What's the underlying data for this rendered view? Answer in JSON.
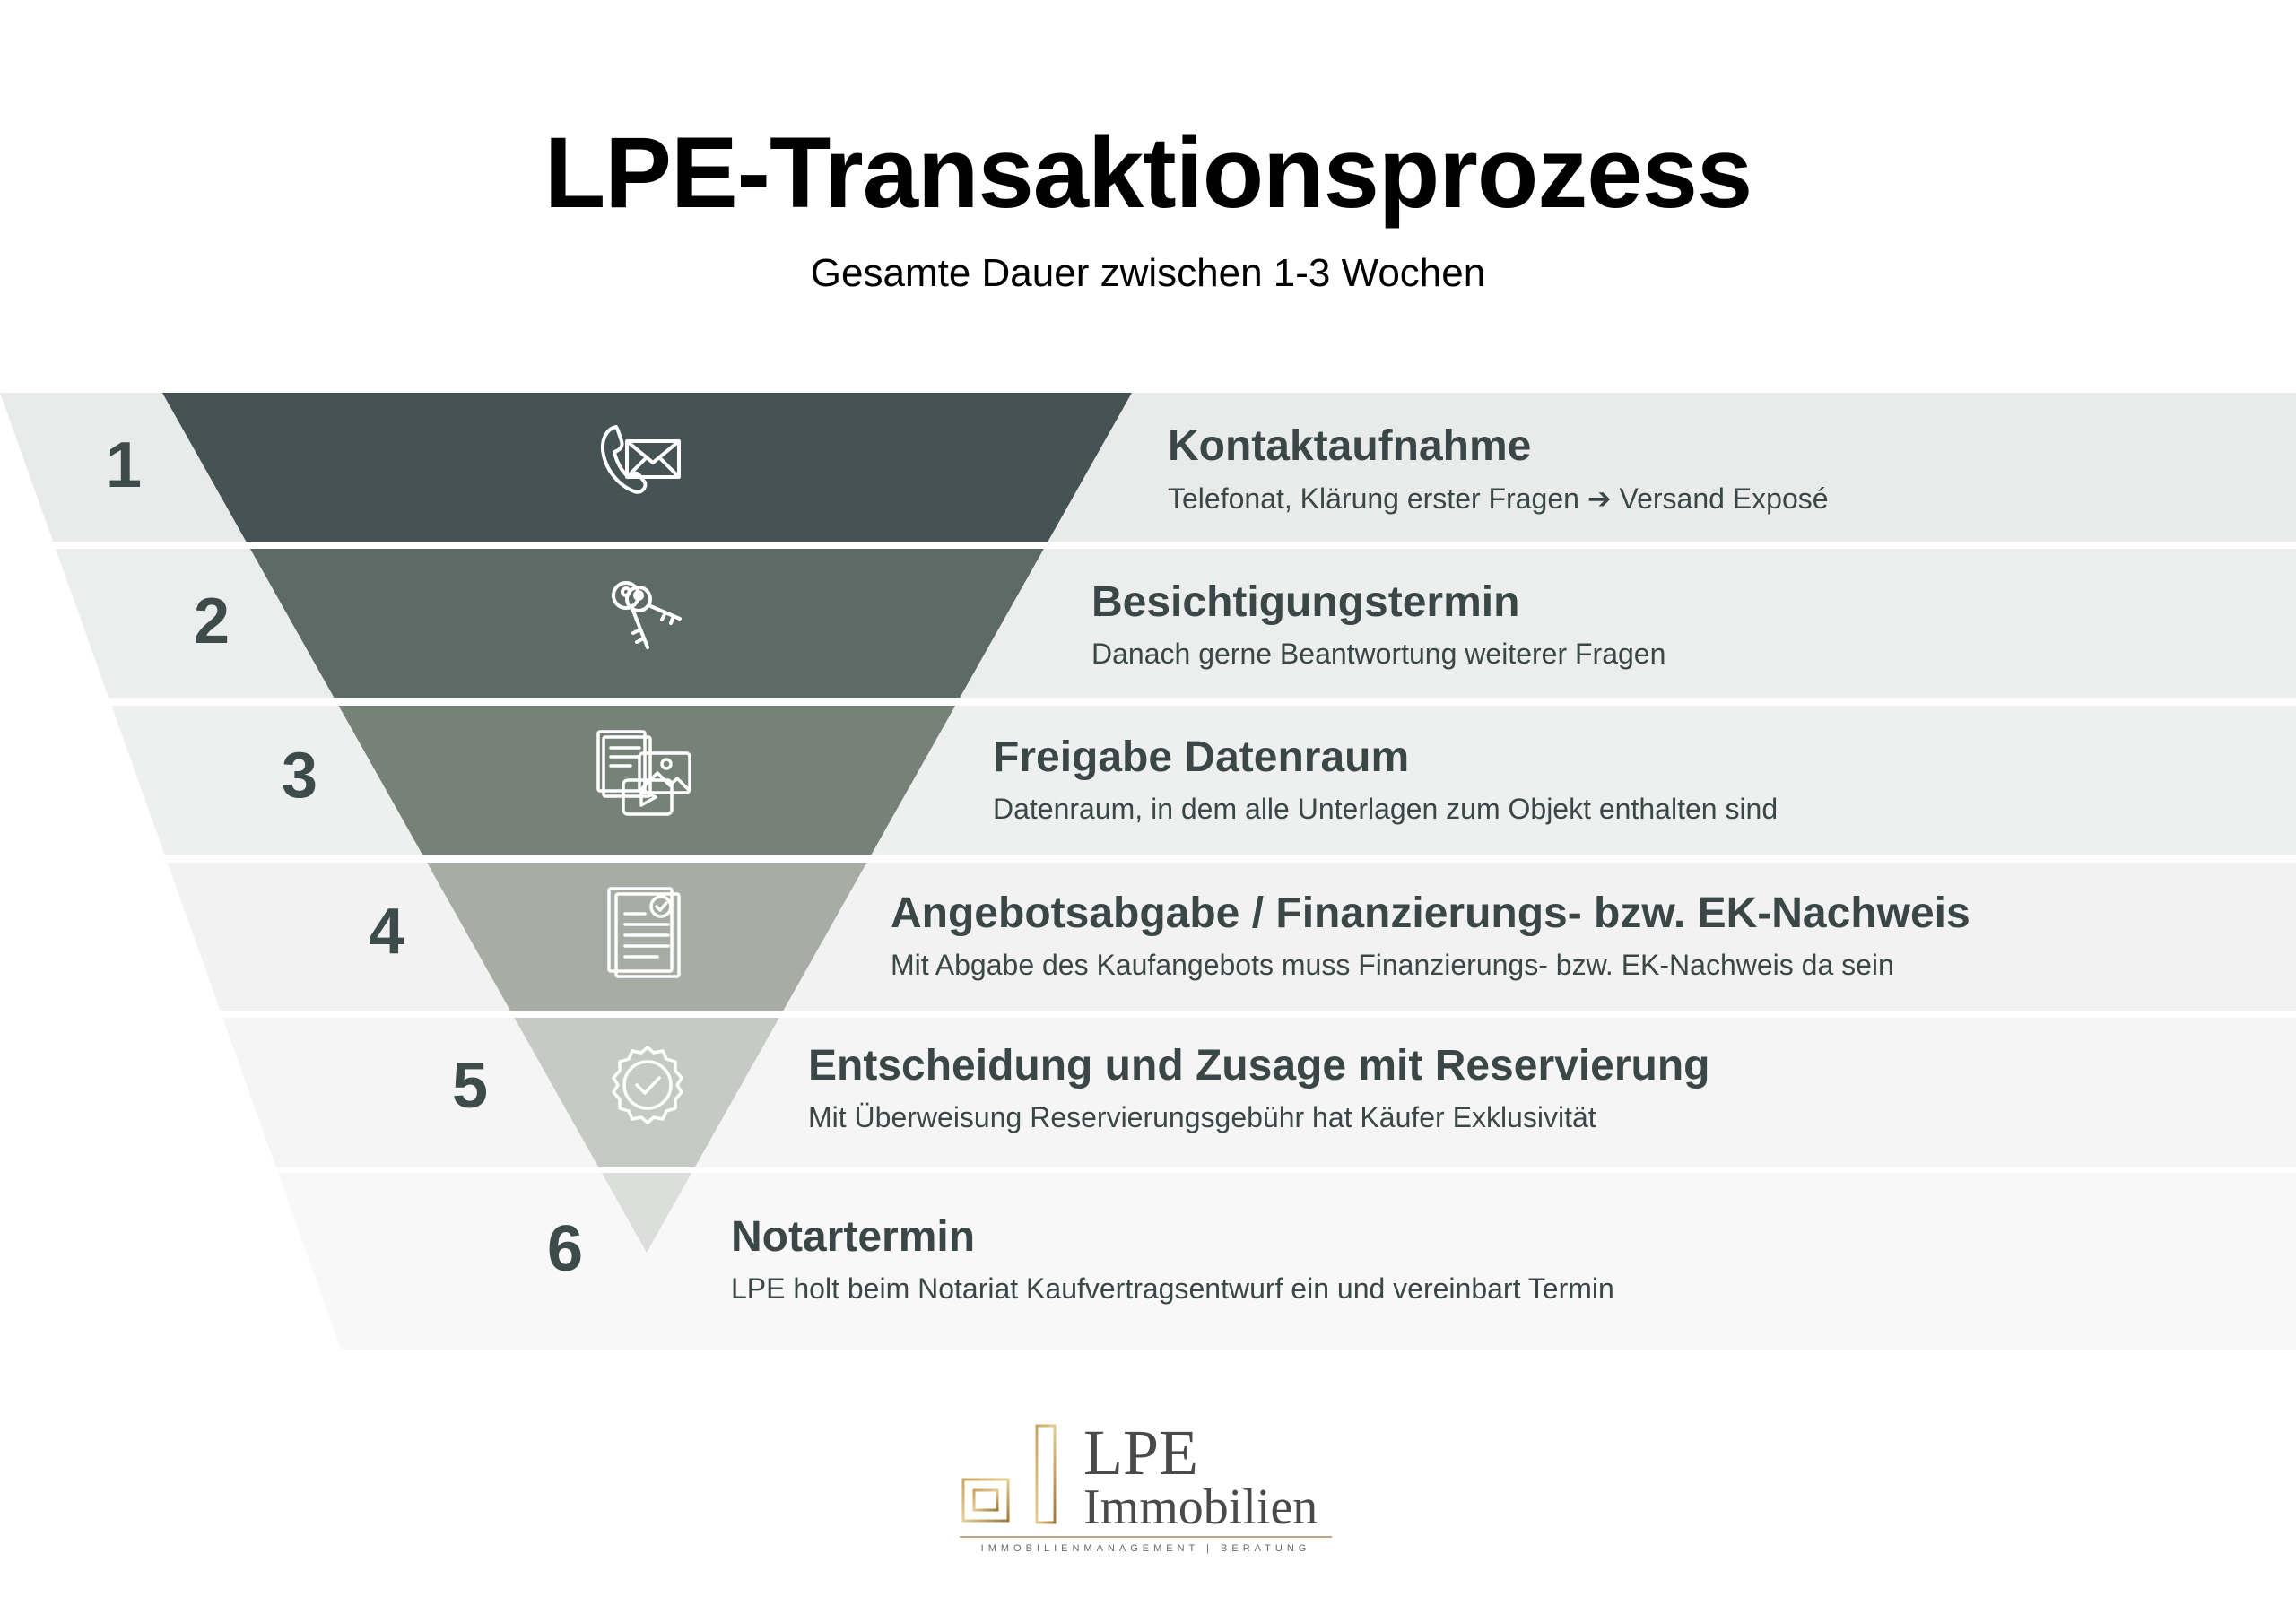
{
  "header": {
    "title": "LPE-Transaktionsprozess",
    "subtitle": "Gesamte Dauer zwischen 1-3 Wochen"
  },
  "colors": {
    "band": [
      "#e9ebea",
      "#eceeed",
      "#eef0ef",
      "#f1f2f1",
      "#f4f5f4",
      "#f8f8f8"
    ],
    "funnel": [
      "#455354",
      "#5d6a66",
      "#768178",
      "#a7aca4",
      "#c6cac4",
      "#dcdedb"
    ],
    "text": "#3b4747",
    "logo_gold": "#b8955a"
  },
  "steps": [
    {
      "number": "1",
      "title": "Kontaktaufnahme",
      "description": "Telefonat, Klärung erster Fragen ➔ Versand Exposé",
      "icon": "phone-envelope-icon"
    },
    {
      "number": "2",
      "title": "Besichtigungstermin",
      "description": "Danach gerne Beantwortung weiterer Fragen",
      "icon": "keys-icon"
    },
    {
      "number": "3",
      "title": "Freigabe Datenraum",
      "description": "Datenraum, in dem alle Unterlagen zum Objekt enthalten sind",
      "icon": "documents-media-icon"
    },
    {
      "number": "4",
      "title": "Angebotsabgabe / Finanzierungs- bzw. EK-Nachweis",
      "description": "Mit Abgabe des Kaufangebots muss Finanzierungs- bzw. EK-Nachweis da sein",
      "icon": "document-check-icon"
    },
    {
      "number": "5",
      "title": "Entscheidung und Zusage mit Reservierung",
      "description": "Mit Überweisung Reservierungsgebühr hat Käufer Exklusivität",
      "icon": "badge-check-icon"
    },
    {
      "number": "6",
      "title": "Notartermin",
      "description": "LPE holt beim Notariat Kaufvertragsentwurf ein und vereinbart Termin",
      "icon": ""
    }
  ],
  "logo": {
    "name": "LPE",
    "sub": "Immobilien",
    "tagline": "IMMOBILIENMANAGEMENT | BERATUNG"
  }
}
